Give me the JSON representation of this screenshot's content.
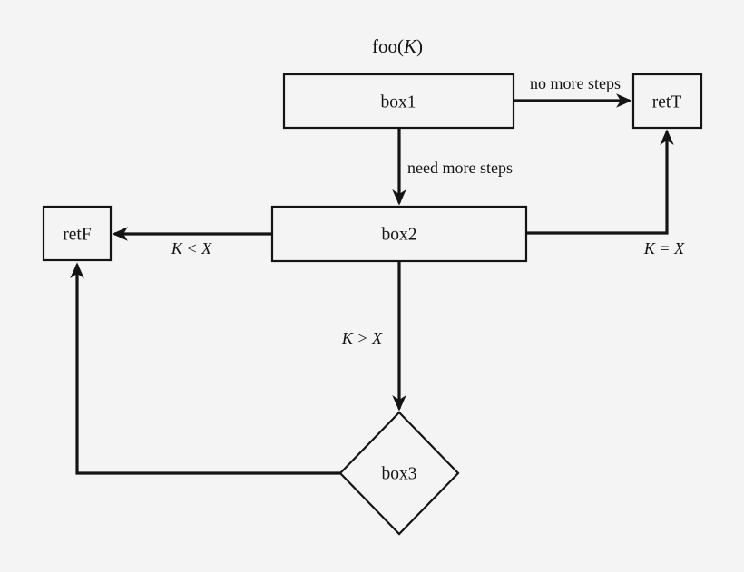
{
  "colors": {
    "background": "#f4f4f4",
    "stroke": "#141414",
    "text": "#141414"
  },
  "title": {
    "prefix": "foo(",
    "var": "K",
    "suffix": ")"
  },
  "nodes": {
    "box1": {
      "label": "box1",
      "shape": "rect"
    },
    "retT": {
      "label": "retT",
      "shape": "rect"
    },
    "box2": {
      "label": "box2",
      "shape": "rect"
    },
    "retF": {
      "label": "retF",
      "shape": "rect"
    },
    "box3": {
      "label": "box3",
      "shape": "diamond"
    }
  },
  "edges": {
    "box1_to_retT": {
      "from": "box1",
      "to": "retT",
      "label": "no more steps"
    },
    "box1_to_box2": {
      "from": "box1",
      "to": "box2",
      "label": "need more steps"
    },
    "box2_to_retF": {
      "from": "box2",
      "to": "retF",
      "label": "K < X"
    },
    "box2_to_retT": {
      "from": "box2",
      "to": "retT",
      "label": "K = X"
    },
    "box2_to_box3": {
      "from": "box2",
      "to": "box3",
      "label": "K > X"
    },
    "box3_to_retF": {
      "from": "box3",
      "to": "retF",
      "label": ""
    }
  }
}
